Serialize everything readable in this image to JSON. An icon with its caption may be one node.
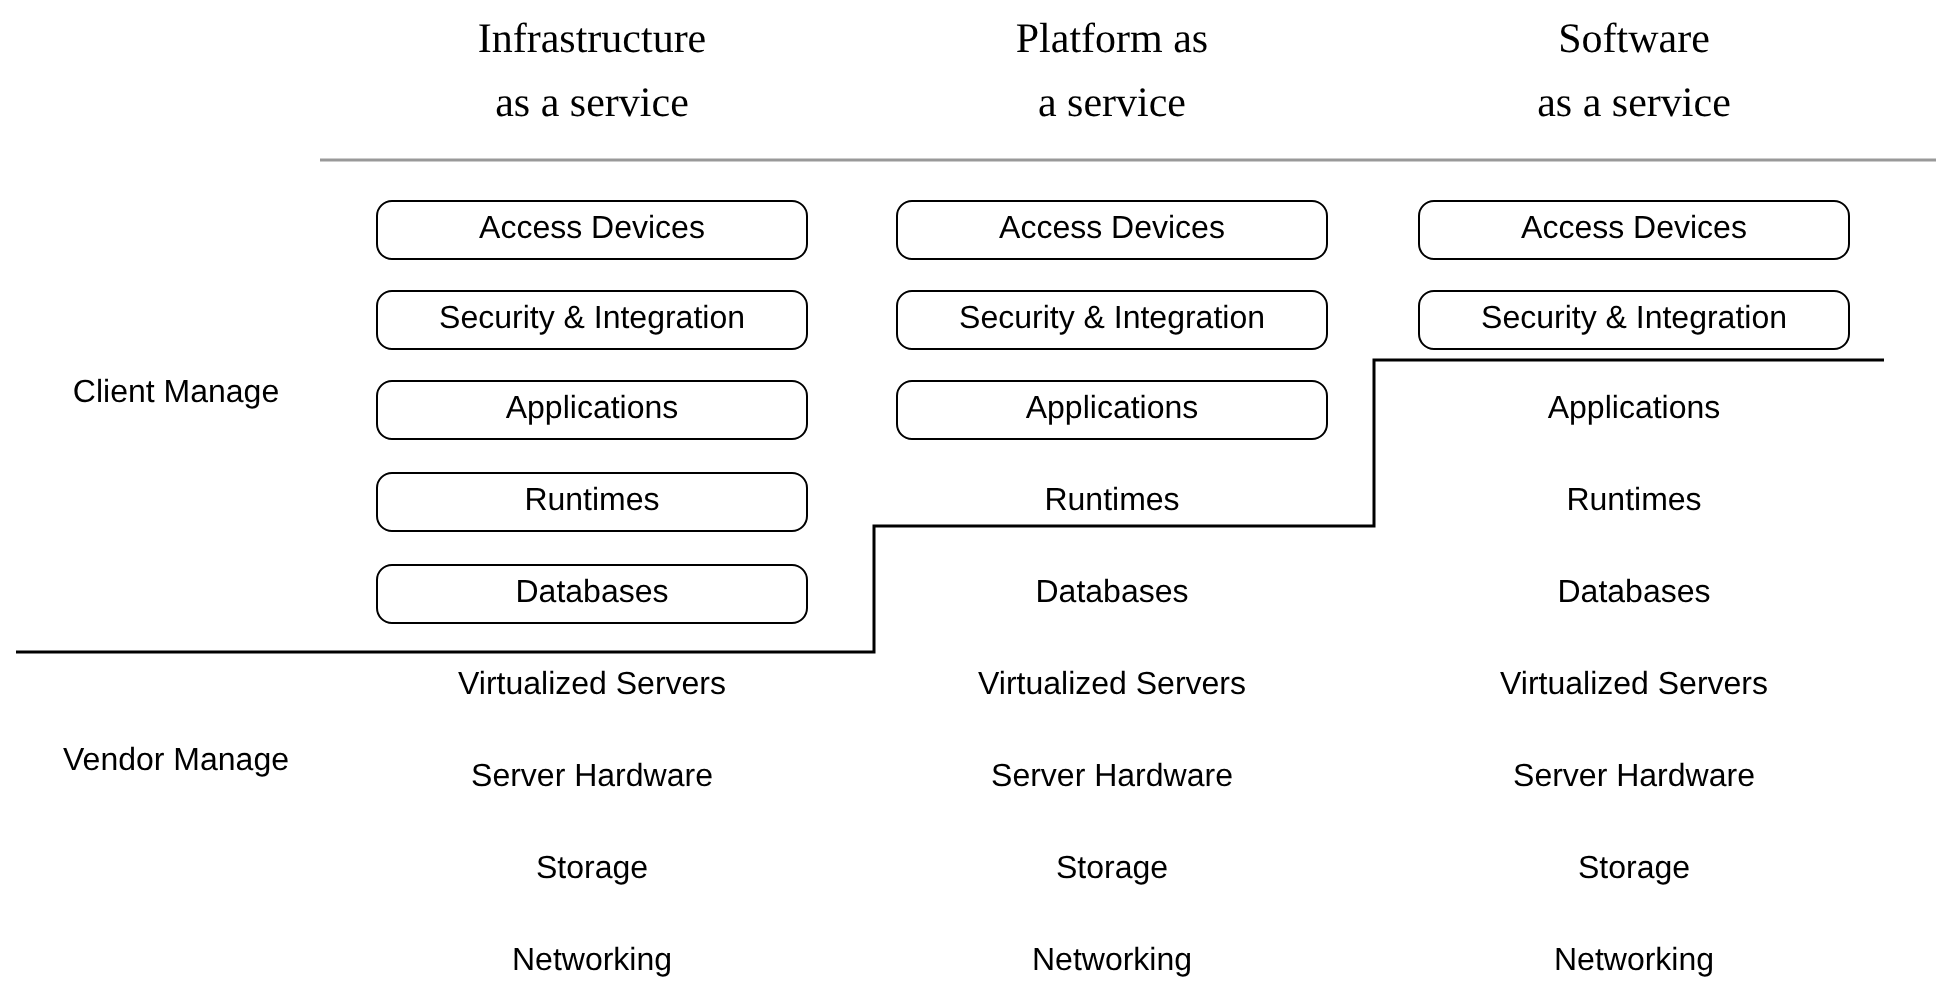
{
  "diagram": {
    "nodes": [
      {
        "text": [
          "Access Devices"
        ]
      },
      {
        "text": [
          "Security & Integration"
        ]
      },
      {
        "text": [
          "Applications"
        ]
      },
      {
        "text": [
          "Runtimes"
        ]
      },
      {
        "text": [
          "Databases"
        ]
      },
      {
        "text": [
          "Access Devices"
        ]
      },
      {
        "text": [
          "Security & Integration"
        ]
      },
      {
        "text": [
          "Applications"
        ]
      },
      {
        "text": [
          "Access Devices"
        ]
      },
      {
        "text": [
          "Security & Integration"
        ]
      }
    ],
    "edges": [],
    "labels": [
      "Infrastructure as a service",
      "Platform as a service",
      "Software as a service",
      "Applications",
      "Client Manage",
      "Runtimes",
      "Runtimes",
      "Databases",
      "Databases",
      "Virtualized Servers",
      "Virtualized Servers",
      "Virtualized Servers",
      "Vendor Manage",
      "Server Hardware",
      "Server Hardware",
      "Server Hardware",
      "Storage",
      "Storage",
      "Storage",
      "Networking",
      "Networking",
      "Networking"
    ]
  }
}
